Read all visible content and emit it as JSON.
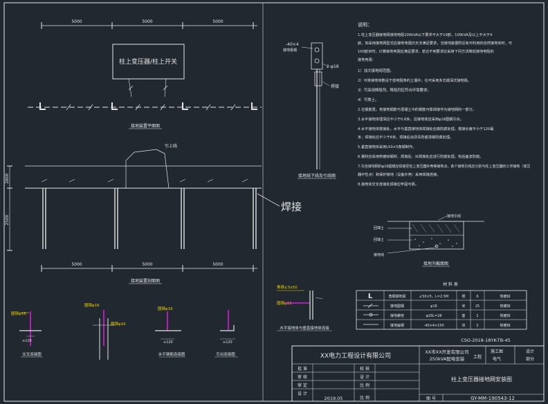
{
  "plan": {
    "dims": [
      "5000",
      "5000",
      "5000"
    ],
    "box_label": "柱上变压器/柱上开关",
    "caption": "接地装置平面图"
  },
  "section": {
    "top_label": "引上线",
    "left_dims": [
      "2800",
      "2500"
    ],
    "bottom_dims": [
      "5000",
      "5000",
      "5000"
    ],
    "weld_label": "焊接",
    "caption": "接地装置剖面图"
  },
  "pole": {
    "flat_steel": "-40×4",
    "pole_note": "接地极钢",
    "bolt": "2-φ18",
    "weld": "焊接",
    "caption": "接地线下线及引线图"
  },
  "notes": {
    "title": "说明：",
    "lines": [
      "1.柱上变压器接地网接地电阻100kVA以下要求不大于10欧，100kVA及以上不大于4",
      "欧。如采用接地网型式后接地电阻仍无法满足要求，当接地装置附近有可利用的自然接地体时，可",
      "100欧米时，计算接地电阻应满足要求，若达不到要求应采用下列方法降低接地电阻的",
      "接地电阻：",
      "1）加大接地网范围。",
      "2）可将接地体敷设于低电阻率的土壤中，在可采用多式或深式接地极。",
      "3）可采用降阻剂，降阻剂应符合环保要求。",
      "4）可换土。",
      "2.在钢筋混，将接地钢筋与混凝土中的钢筋可靠焊接作为接地网的一部分。",
      "3.水平接地体埋深应不小于0.6米，且接地体应采用φ16圆钢引出。",
      "4.水平接地体搭接处，水平与垂直接地体焊接处应做防腐处理，搭接长度不小于120毫",
      "米，焊接处应不少于6米，焊接后涂沥青防腐漆做防腐处理。",
      "5.垂直接地体采用L50×5角钢制作。",
      "6.钢材应采用热镀锌钢材，焊接后，对焊接处应进行防腐处理，热后面漆防腐。",
      "7.引自接地网的φ16圆钢应焊接至柱上变压器外壳等接地点，各个接地引线应分别与柱上变压器的工作接地（变压",
      "器中性点）和保护接地（设备外壳）采用焊接连接。",
      "8.接地体交叉连接处焊接应牢固可靠。"
    ]
  },
  "trench": {
    "labels": [
      "接地引线",
      "回填土",
      "回填土",
      "接地线"
    ],
    "caption": "接地沟截面图"
  },
  "materials": {
    "title": "材 料 表",
    "rows": [
      [
        "L",
        "角钢接地极",
        "∠50×5，L=2.5M",
        "根",
        "6",
        "热镀锌"
      ],
      [
        "",
        "接地圆钢",
        "φ16",
        "米",
        "25",
        "热镀锌"
      ],
      [
        "",
        "接地螺栓",
        "φ16L=28",
        "套",
        "2",
        "热镀锌"
      ],
      [
        "",
        "接地扁钢",
        "-40×4×150",
        "块",
        "2",
        "热镀锌"
      ]
    ]
  },
  "details": {
    "d1_label": "圆钢φ16",
    "d2_label": "圆钢φ16",
    "d3_label": "圆钢φ16",
    "d4_label": "圆钢φ16",
    "d5_label": "角钢∠5x50",
    "d5_sub": "圆钢φ16",
    "dim_a": "≥120",
    "dim_b": "≥120",
    "dim_c": "≥120",
    "captions": [
      "交叉连接图",
      "水平钢筋连接图",
      "引出连接图",
      "水平接地体与垂直接地体连接"
    ]
  },
  "title_block": {
    "code_small": "CSG-2018-18YK-TB-45",
    "company": "XX电力工程设计有限公司",
    "project_line1": "XX市XX开发有限公司",
    "project_line2": "250kVA配电安装",
    "stage_label": "工程",
    "phase": "施工图",
    "design_label": "设计",
    "discipline": "电气",
    "part": "部分",
    "drawing_title": "柱上变压器接地网安装图",
    "approve_rows": [
      "批 准",
      "审 核",
      "审 定",
      "设 计"
    ],
    "check_rows": [
      "校 核",
      "设 计",
      "比 例",
      "比 例"
    ],
    "date": "2019.05",
    "sheet_label": "图 号",
    "sheet_no": "GY-MM-190543-12"
  }
}
